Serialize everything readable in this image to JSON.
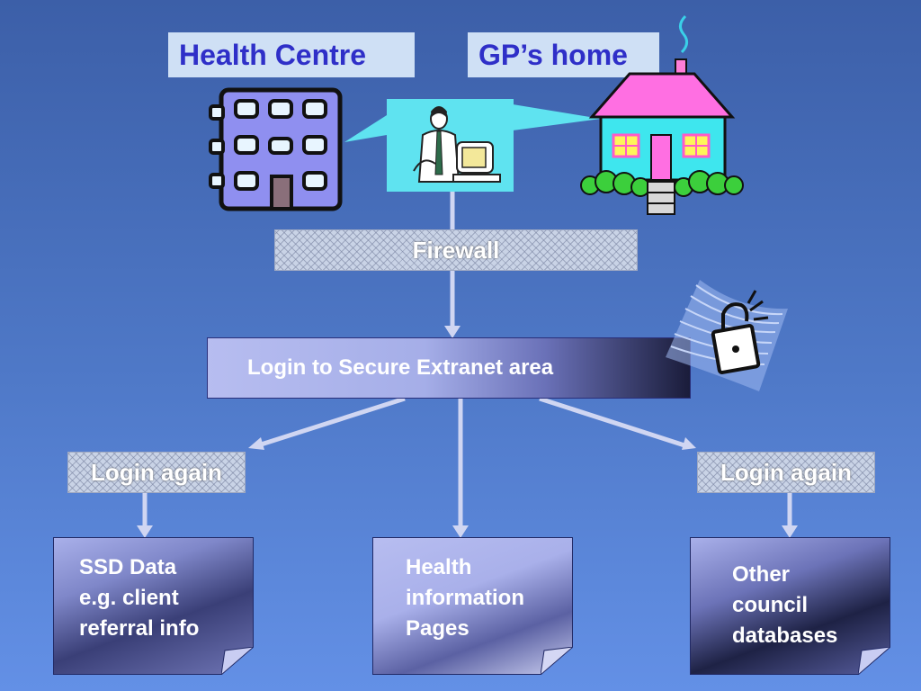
{
  "labels": {
    "health_centre": "Health Centre",
    "gp_home": "GP’s home"
  },
  "firewall": {
    "text": "Firewall"
  },
  "login_secure": {
    "text": "Login to Secure Extranet area"
  },
  "login_again_left": {
    "text": "Login again"
  },
  "login_again_right": {
    "text": "Login again"
  },
  "docs": {
    "ssd": {
      "text": "SSD Data\ne.g. client\nreferral info"
    },
    "health": {
      "text": "Health\ninformation\nPages"
    },
    "other": {
      "text": "Other\ncouncil\ndatabases"
    }
  },
  "icons": [
    "building-icon",
    "person-computer-icon",
    "house-icon",
    "padlock-icon"
  ],
  "colors": {
    "label_text": "#2f2fc8",
    "label_bg": "#cfe0f5",
    "connector": "#d0d6f2",
    "callout_bg": "#5fe3f0"
  }
}
